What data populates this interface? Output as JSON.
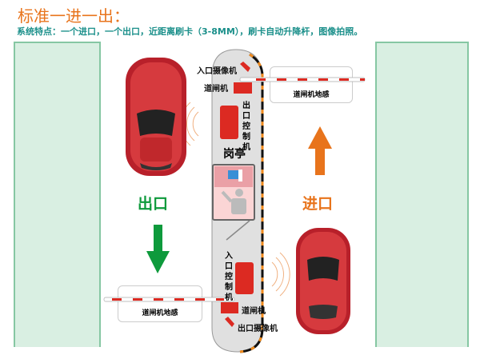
{
  "title": "标准一进一出：",
  "subtitle": "系统特点：一个进口，一个出口，近距离刷卡（3-8MM），刷卡自动升降杆，图像拍照。",
  "booth": {
    "label": "岗亭",
    "top_camera": "入口摄像机",
    "top_gate": "道闸机",
    "top_controller": "出口控制机",
    "bottom_controller": "入口控制机",
    "bottom_gate": "道闸机",
    "bottom_camera": "出口摄像机"
  },
  "top_loop": "道闸机地感",
  "bottom_loop": "道闸机地感",
  "entry_label": "进口",
  "exit_label": "出口",
  "colors": {
    "title": "#e8741c",
    "subtitle": "#1a8f8a",
    "entry": "#e8741c",
    "exit": "#0e9a3c",
    "device": "#dc2a22"
  }
}
